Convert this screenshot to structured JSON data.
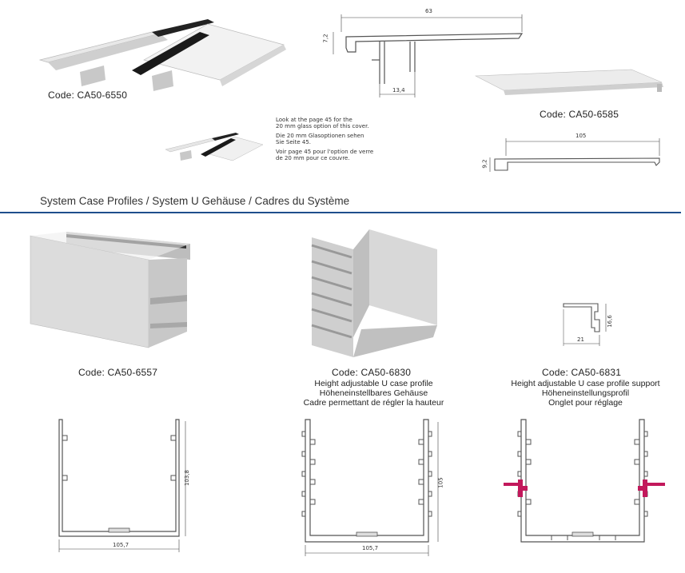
{
  "top": {
    "cover1": {
      "code": "Code: CA50-6550",
      "dim_width": "63",
      "dim_height": "7,2",
      "dim_gap": "13,4"
    },
    "cover2": {
      "code": "Code: CA50-6585",
      "dim_width": "105",
      "dim_height": "9,2"
    },
    "note": {
      "en1": "Look at the page 45 for the",
      "en2": "20 mm glass option of this cover.",
      "de1": "Die 20 mm Glasoptionen sehen",
      "de2": "Sie  Seite 45.",
      "fr1": "Voir page 45 pour l'option de verre",
      "fr2": "de 20 mm pour ce couvre."
    }
  },
  "section": {
    "title": "System Case Profiles / System U Gehäuse / Cadres du Système"
  },
  "products": [
    {
      "code": "Code: CA50-6557",
      "dim_width": "105,7",
      "dim_height": "103,8"
    },
    {
      "code": "Code: CA50-6830",
      "en": "Height adjustable U case profile",
      "de": "Höheneinstellbares Gehäuse",
      "fr": "Cadre permettant de régler la hauteur",
      "dim_width": "105,7",
      "dim_height": "105"
    },
    {
      "code": "Code: CA50-6831",
      "en": "Height adjustable U case profile support",
      "de": "Höheneinstellungsprofil",
      "fr": "Onglet pour réglage",
      "dim_width": "21",
      "dim_height": "16,6"
    }
  ],
  "colors": {
    "rule": "#1f4e8c",
    "support": "#c2185b",
    "profile": "#555555"
  }
}
